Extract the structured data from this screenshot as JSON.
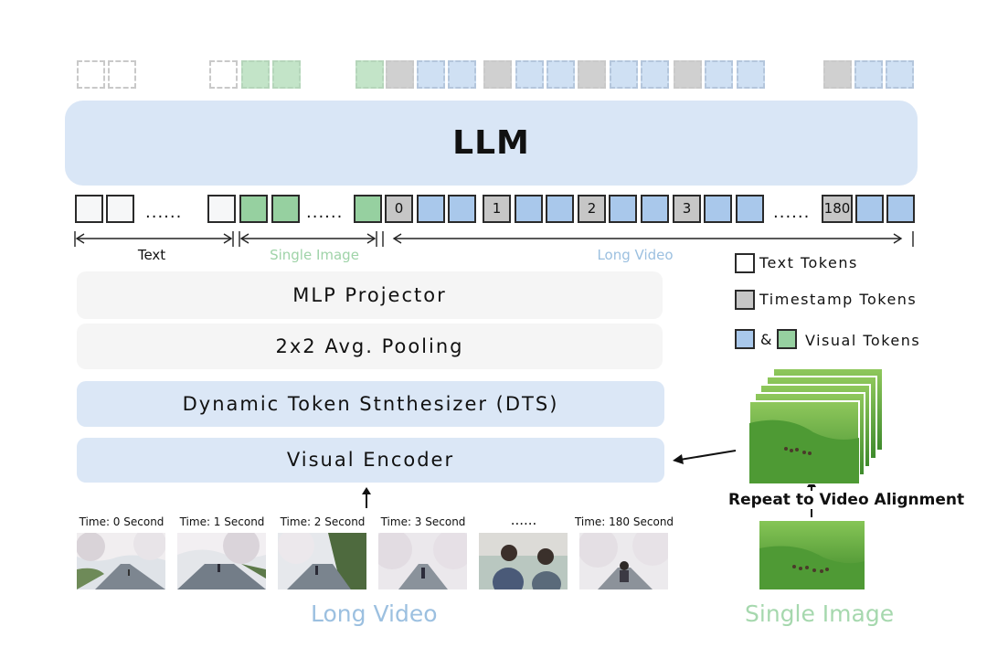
{
  "llm_label": "LLM",
  "mlp_label": "MLP Projector",
  "pooling_label": "2x2 Avg. Pooling",
  "dts_label": "Dynamic Token Stnthesizer (DTS)",
  "encoder_label": "Visual Encoder",
  "ellipsis": "......",
  "timestamps": [
    "0",
    "1",
    "2",
    "3",
    "180"
  ],
  "spans": {
    "text": "Text",
    "single_image": "Single Image",
    "long_video": "Long Video"
  },
  "legend": {
    "text_tokens": "Text Tokens",
    "timestamp_tokens": "Timestamp Tokens",
    "amp": "&",
    "visual_tokens": "Visual Tokens"
  },
  "frames": [
    {
      "caption": "Time: 0 Second"
    },
    {
      "caption": "Time: 1 Second"
    },
    {
      "caption": "Time: 2 Second"
    },
    {
      "caption": "Time: 3 Second"
    },
    {
      "caption": "......"
    },
    {
      "caption": "Time: 180 Second"
    }
  ],
  "repeat_label": "Repeat to Video Alignment",
  "bottom_captions": {
    "long_video": "Long Video",
    "single_image": "Single Image"
  },
  "colors": {
    "llm_bg": "#d9e6f6",
    "layer_blue": "#dbe7f6",
    "layer_gray": "#f5f5f5",
    "visual_token": "#a9c8eb",
    "image_token": "#96d0a0",
    "timestamp_token": "#c6c6c6",
    "long_video_text": "#9cc0e0",
    "single_image_text": "#a6d8ae"
  }
}
